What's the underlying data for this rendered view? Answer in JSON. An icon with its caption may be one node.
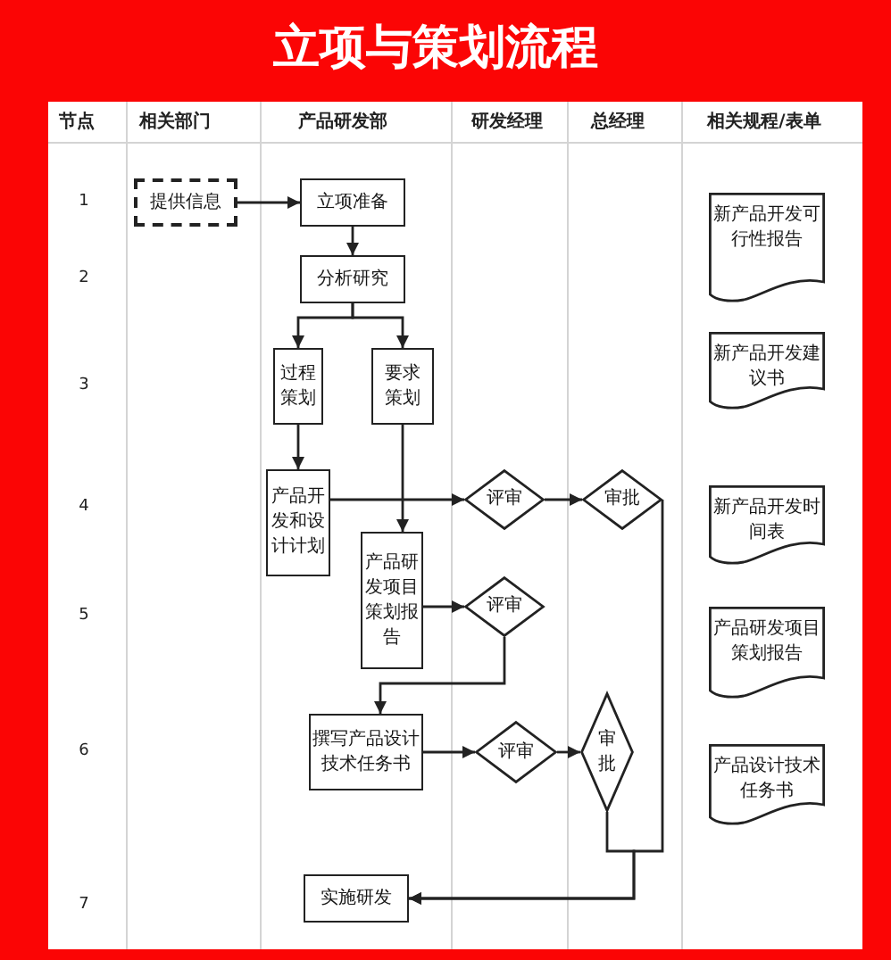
{
  "diagram": {
    "title": "立项与策划流程",
    "nodes": [
      {
        "text": [
          "提供信息"
        ]
      },
      {
        "text": [
          "立项准备"
        ]
      },
      {
        "text": [
          "分析研究"
        ]
      },
      {
        "text": [
          "过程策划"
        ]
      },
      {
        "text": [
          "要求策划"
        ]
      },
      {
        "text": [
          "产品开发和设计计划"
        ]
      },
      {
        "text": [
          "产品研发项目策划报告"
        ]
      },
      {
        "text": [
          "评审"
        ]
      },
      {
        "text": [
          "审批"
        ]
      },
      {
        "text": [
          "评审"
        ]
      },
      {
        "text": [
          "撰写产品设计技术任务书"
        ]
      },
      {
        "text": [
          "评审"
        ]
      },
      {
        "text": [
          "审批"
        ]
      },
      {
        "text": [
          "实施研发"
        ]
      },
      {
        "text": [
          "新产品开发可行性报告"
        ]
      },
      {
        "text": [
          "新产品开发建议书"
        ]
      },
      {
        "text": [
          "新产品开发时间表"
        ]
      },
      {
        "text": [
          "产品研发项目策划报告"
        ]
      },
      {
        "text": [
          "产品设计技术任务书"
        ]
      }
    ],
    "edges": [
      {
        "from": 0,
        "to": 1,
        "arrow": "to"
      },
      {
        "from": 1,
        "to": 2,
        "arrow": "to"
      },
      {
        "from": 2,
        "to": 3,
        "arrow": "to"
      },
      {
        "from": 2,
        "to": 4,
        "arrow": "to"
      },
      {
        "from": 3,
        "to": 5,
        "arrow": "to"
      },
      {
        "from": 4,
        "to": 6,
        "arrow": "to"
      },
      {
        "from": 5,
        "to": 7,
        "arrow": "to"
      },
      {
        "from": 7,
        "to": 8,
        "arrow": "to"
      },
      {
        "from": 6,
        "to": 9,
        "arrow": "to"
      },
      {
        "from": 9,
        "to": 10,
        "arrow": "to"
      },
      {
        "from": 10,
        "to": 11,
        "arrow": "to"
      },
      {
        "from": 11,
        "to": 12,
        "arrow": "to"
      },
      {
        "from": 8,
        "to": 13,
        "arrow": "to"
      },
      {
        "from": 12,
        "to": 13,
        "arrow": "to"
      }
    ],
    "labels": [
      "节点",
      "相关部门",
      "产品研发部",
      "研发经理",
      "总经理",
      "相关规程/表单",
      "1",
      "2",
      "3",
      "4",
      "5",
      "6",
      "7"
    ]
  }
}
